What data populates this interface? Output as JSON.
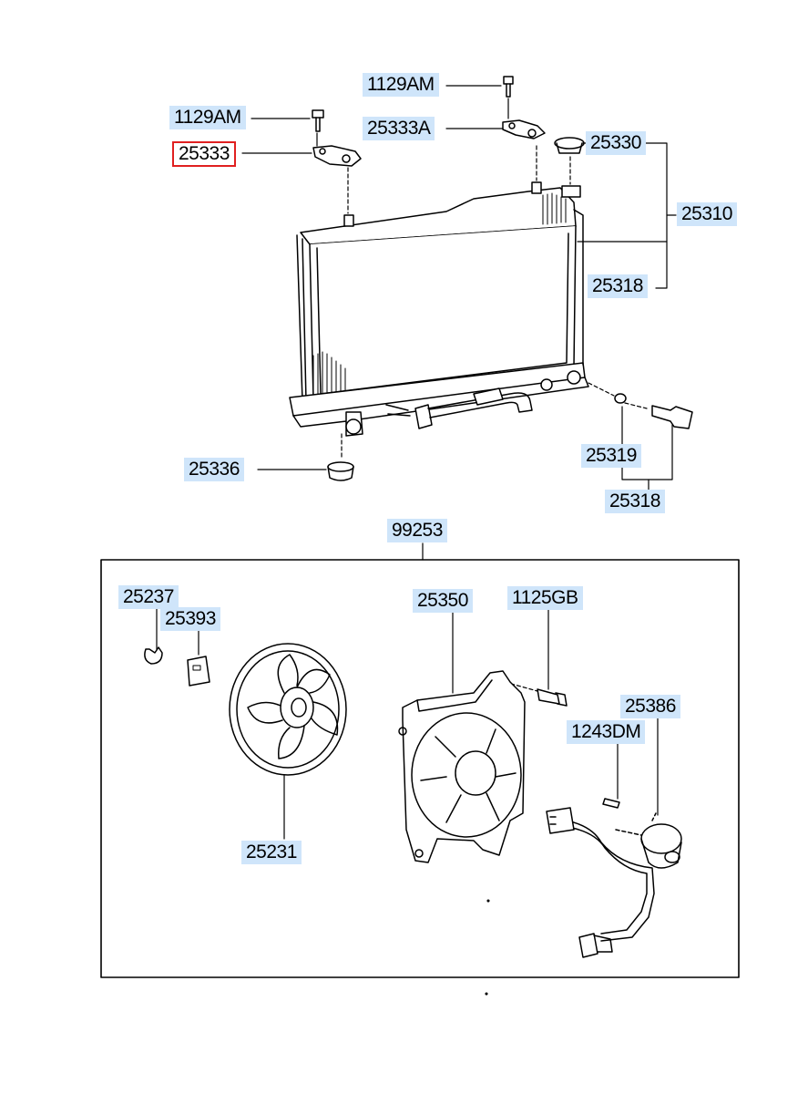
{
  "labels": {
    "l_1129AM_top": "1129AM",
    "l_25333A": "25333A",
    "l_1129AM_left": "1129AM",
    "l_25333": "25333",
    "l_25330": "25330",
    "l_25310": "25310",
    "l_25318_upper": "25318",
    "l_25336": "25336",
    "l_25319": "25319",
    "l_25318_lower": "25318",
    "l_99253": "99253",
    "l_25237": "25237",
    "l_25393": "25393",
    "l_25350": "25350",
    "l_1125GB": "1125GB",
    "l_25386": "25386",
    "l_1243DM": "1243DM",
    "l_25231": "25231"
  },
  "selected_part": "25333",
  "colors": {
    "label_bg": "#cfe5fa",
    "selected_border": "#e02020",
    "line": "#000000"
  }
}
